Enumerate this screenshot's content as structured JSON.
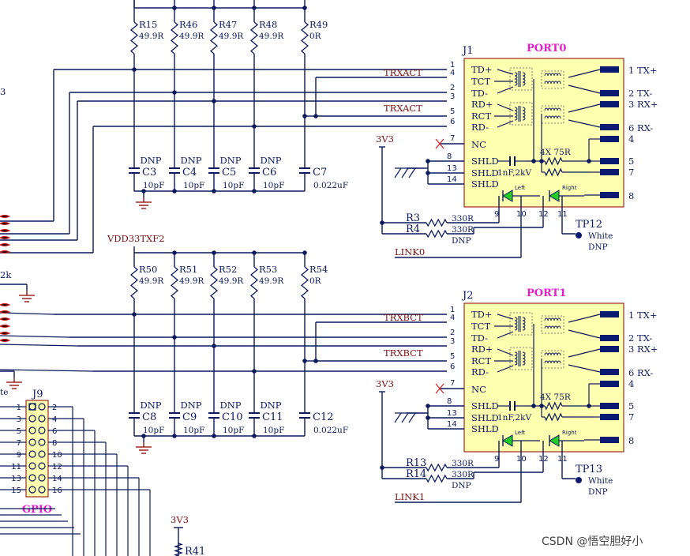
{
  "top": {
    "resistors": [
      {
        "ref": "R15",
        "val": "49.9R"
      },
      {
        "ref": "R46",
        "val": "49.9R"
      },
      {
        "ref": "R47",
        "val": "49.9R"
      },
      {
        "ref": "R48",
        "val": "49.9R"
      },
      {
        "ref": "R49",
        "val": "0R"
      }
    ],
    "caps": [
      {
        "dnp": "DNP",
        "ref": "C3",
        "val": "10pF"
      },
      {
        "dnp": "DNP",
        "ref": "C4",
        "val": "10pF"
      },
      {
        "dnp": "DNP",
        "ref": "C5",
        "val": "10pF"
      },
      {
        "dnp": "DNP",
        "ref": "C6",
        "val": "10pF"
      },
      {
        "dnp": "",
        "ref": "C7",
        "val": "0.022uF"
      }
    ],
    "net_a": "TRXACT",
    "net_b": "TRXACT",
    "supply": "",
    "conn": {
      "ref": "J1",
      "port": "PORT0"
    },
    "led_r": [
      {
        "ref": "R3",
        "val": "330R"
      },
      {
        "ref": "R4",
        "val": "330R",
        "dnp": "DNP"
      }
    ],
    "tp": {
      "ref": "TP12",
      "color": "White",
      "dnp": "DNP"
    },
    "link": "LINK0",
    "v3": "3V3",
    "side_label": "3"
  },
  "bottom": {
    "resistors": [
      {
        "ref": "R50",
        "val": "49.9R"
      },
      {
        "ref": "R51",
        "val": "49.9R"
      },
      {
        "ref": "R52",
        "val": "49.9R"
      },
      {
        "ref": "R53",
        "val": "49.9R"
      },
      {
        "ref": "R54",
        "val": "0R"
      }
    ],
    "caps": [
      {
        "dnp": "DNP",
        "ref": "C8",
        "val": "10pF"
      },
      {
        "dnp": "DNP",
        "ref": "C9",
        "val": "10pF"
      },
      {
        "dnp": "DNP",
        "ref": "C10",
        "val": "10pF"
      },
      {
        "dnp": "DNP",
        "ref": "C11",
        "val": "10pF"
      },
      {
        "dnp": "",
        "ref": "C12",
        "val": "0.022uF"
      }
    ],
    "net_a": "TRXBCT",
    "net_b": "TRXBCT",
    "supply": "VDD33TXF2",
    "conn": {
      "ref": "J2",
      "port": "PORT1"
    },
    "led_r": [
      {
        "ref": "R13",
        "val": "330R"
      },
      {
        "ref": "R14",
        "val": "330R",
        "dnp": "DNP"
      }
    ],
    "tp": {
      "ref": "TP13",
      "color": "White",
      "dnp": "DNP"
    },
    "link": "LINK1",
    "v3": "3V3"
  },
  "connector_pins_left": [
    {
      "num": "1",
      "name": "TD+"
    },
    {
      "num": "4",
      "name": "TCT"
    },
    {
      "num": "2",
      "name": "TD-"
    },
    {
      "num": "3",
      "name": "RD+"
    },
    {
      "num": "5",
      "name": "RCT"
    },
    {
      "num": "6",
      "name": "RD-"
    },
    {
      "num": "7",
      "name": "NC"
    },
    {
      "num": "8",
      "name": "SHLD"
    },
    {
      "num": "13",
      "name": "SHLD"
    },
    {
      "num": "14",
      "name": "SHLD"
    }
  ],
  "connector_pins_right": [
    {
      "label": "1 TX+"
    },
    {
      "label": "2 TX-"
    },
    {
      "label": "3 RX+"
    },
    {
      "label": "6 RX-"
    },
    {
      "label": "4"
    },
    {
      "label": "5"
    },
    {
      "label": "7"
    },
    {
      "label": "8"
    }
  ],
  "connector_misc": {
    "cap_note": "1nF,2kV",
    "res_note": "4X 75R",
    "led_left": "Left",
    "led_right": "Right",
    "pin9": "9",
    "pin10": "10",
    "pin12": "12",
    "pin11": "11"
  },
  "misc": {
    "side_2k": "2k",
    "side_te": "te",
    "v3_bottom": "3V3",
    "r41": "R41"
  },
  "header": {
    "ref": "J9",
    "label": "GPIO",
    "left_pins": [
      "1",
      "3",
      "5",
      "7",
      "9",
      "11",
      "13",
      "15"
    ],
    "right_pins": [
      "2",
      "4",
      "6",
      "8",
      "10",
      "12",
      "14",
      "16"
    ]
  },
  "watermark": "CSDN @悟空胆好小"
}
